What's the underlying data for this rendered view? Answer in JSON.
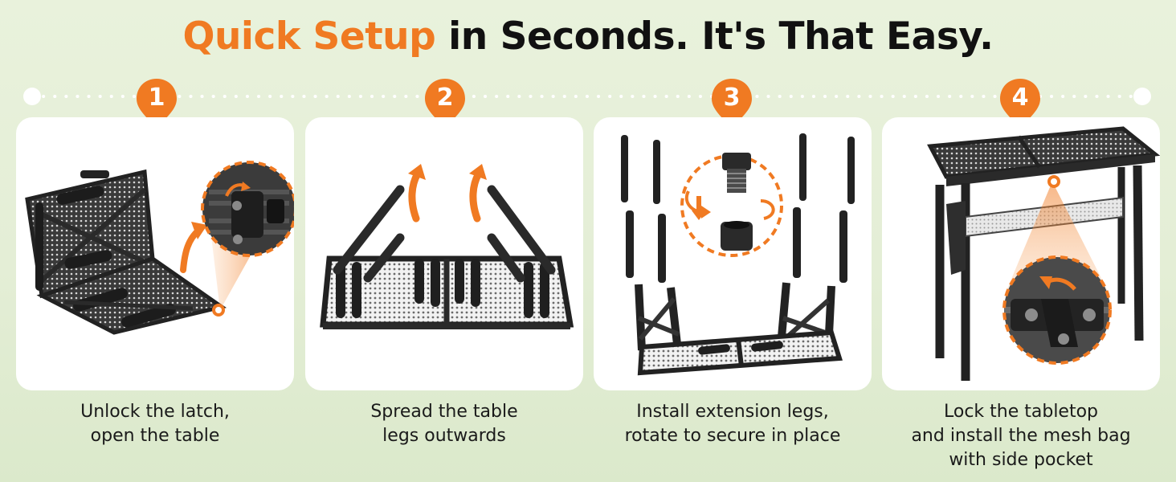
{
  "headline": {
    "accent": "Quick Setup",
    "rest": " in Seconds. It's That Easy."
  },
  "colors": {
    "accent": "#f07a22",
    "card": "#ffffff",
    "background": "#e4eed6",
    "product": "#2b2b2b"
  },
  "steps": [
    {
      "number": "1",
      "caption_lines": [
        "Unlock the latch,",
        "open the table"
      ],
      "icon": "open-table-illustration"
    },
    {
      "number": "2",
      "caption_lines": [
        "Spread the table",
        "legs outwards"
      ],
      "icon": "spread-legs-illustration"
    },
    {
      "number": "3",
      "caption_lines": [
        "Install extension legs,",
        "rotate to secure in place"
      ],
      "icon": "extension-legs-illustration"
    },
    {
      "number": "4",
      "caption_lines": [
        "Lock the tabletop",
        "and install the mesh bag",
        "with side pocket"
      ],
      "icon": "assembled-table-illustration"
    }
  ]
}
